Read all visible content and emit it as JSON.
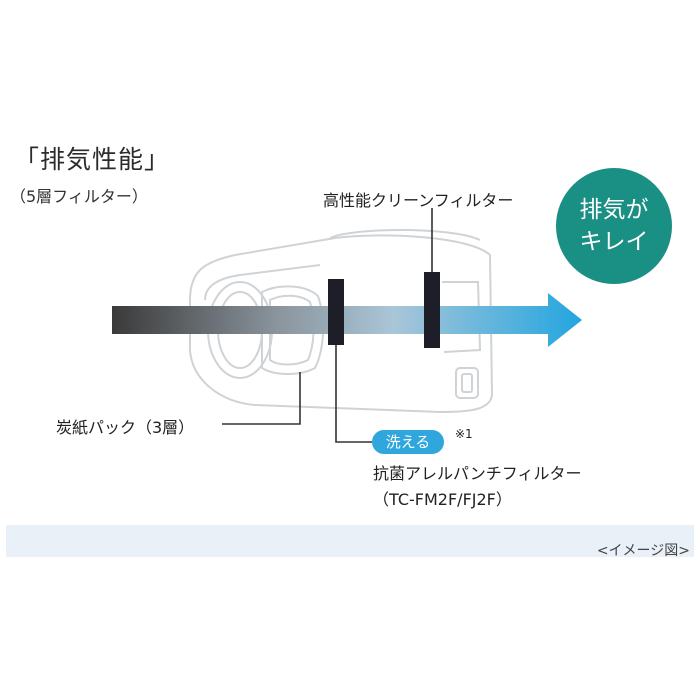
{
  "heading": {
    "title": "「排気性能」",
    "subtitle": "（5層フィルター）"
  },
  "labels": {
    "hepa_filter": "高性能クリーンフィルター",
    "paper_bag": "炭紙パック（3層）",
    "washable": "洗える",
    "note_mark": "※1",
    "allergen_filter": "抗菌アレルパンチフィルター",
    "model_numbers": "（TC-FM2F/FJ2F）"
  },
  "badge": {
    "line1": "排気が",
    "line2": "キレイ"
  },
  "caption": "<イメージ図>",
  "colors": {
    "badge_teal": "#1a8f83",
    "arrow_start": "#3a3a3a",
    "arrow_end": "#22a5e0",
    "washable_blue": "#2fa6dc",
    "filter_dark": "#1e1e28",
    "footer_band": "#e9f0f8"
  }
}
